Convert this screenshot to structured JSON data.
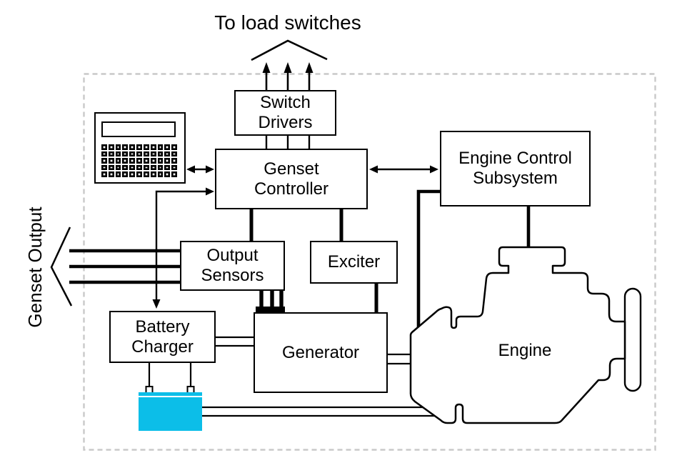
{
  "diagram": {
    "top_flow_label": "To load switches",
    "left_flow_label": "Genset Output",
    "nodes": {
      "switch_drivers": {
        "lines": [
          "Switch",
          "Drivers"
        ]
      },
      "genset_controller": {
        "lines": [
          "Genset",
          "Controller"
        ]
      },
      "engine_control_subsystem": {
        "lines": [
          "Engine Control",
          "Subsystem"
        ]
      },
      "output_sensors": {
        "lines": [
          "Output",
          "Sensors"
        ]
      },
      "exciter": {
        "lines": [
          "Exciter"
        ]
      },
      "battery_charger": {
        "lines": [
          "Battery",
          "Charger"
        ]
      },
      "generator": {
        "lines": [
          "Generator"
        ]
      },
      "engine": {
        "lines": [
          "Engine"
        ]
      }
    },
    "icons": {
      "operator_panel": "keypad-display-icon",
      "battery": "battery-icon"
    },
    "colors": {
      "battery_fill": "#0CBEE8",
      "line_color": "#000000",
      "boundary_dash": "#C9C9C9",
      "background": "#FFFFFF"
    }
  }
}
